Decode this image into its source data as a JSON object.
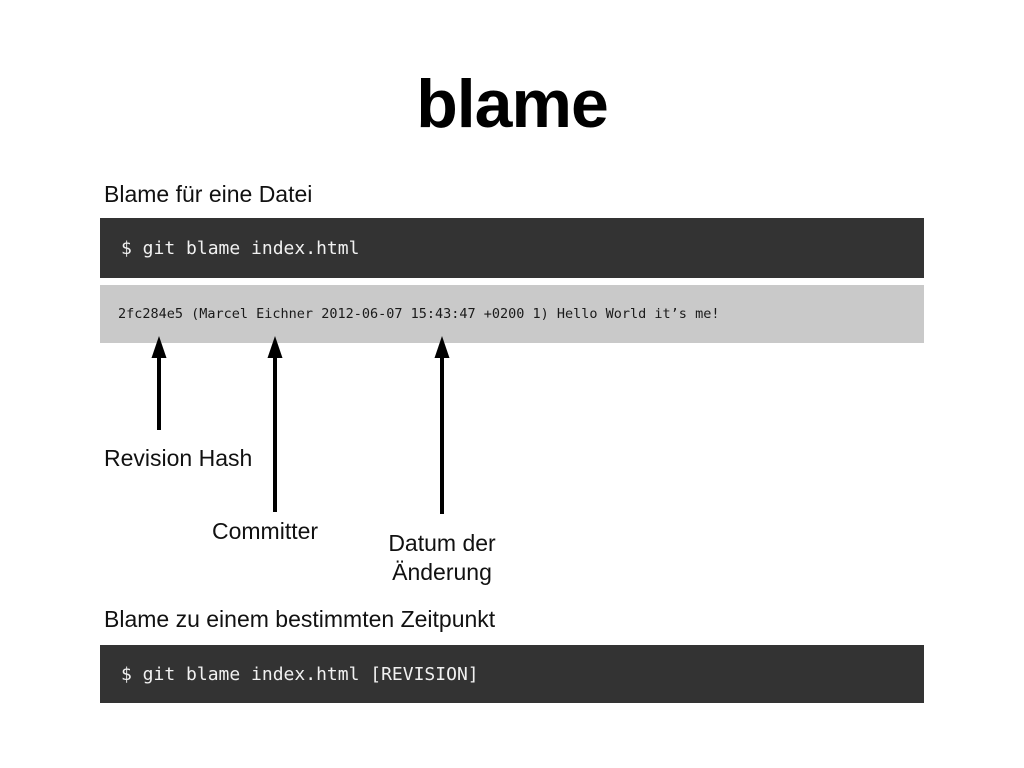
{
  "slide": {
    "title": "blame",
    "sections": {
      "file_label": "Blame für eine Datei",
      "moment_label": "Blame zu einem bestimmten Zeitpunkt"
    },
    "terminals": {
      "blame_command": "$ git blame index.html",
      "blame_revision_command": "$ git blame index.html [REVISION]"
    },
    "output": {
      "blame_line": "2fc284e5 (Marcel Eichner 2012-06-07 15:43:47 +0200 1) Hello World it’s me!"
    },
    "annotations": {
      "revision_hash": "Revision Hash",
      "committer": "Committer",
      "datum": "Datum der\nÄnderung"
    },
    "colors": {
      "terminal_bg": "#333333",
      "terminal_text": "#f1f1f1",
      "output_bg": "#c9c9c9",
      "output_text": "#1a1a1a",
      "arrow": "#000000",
      "label_text": "#111111"
    }
  }
}
